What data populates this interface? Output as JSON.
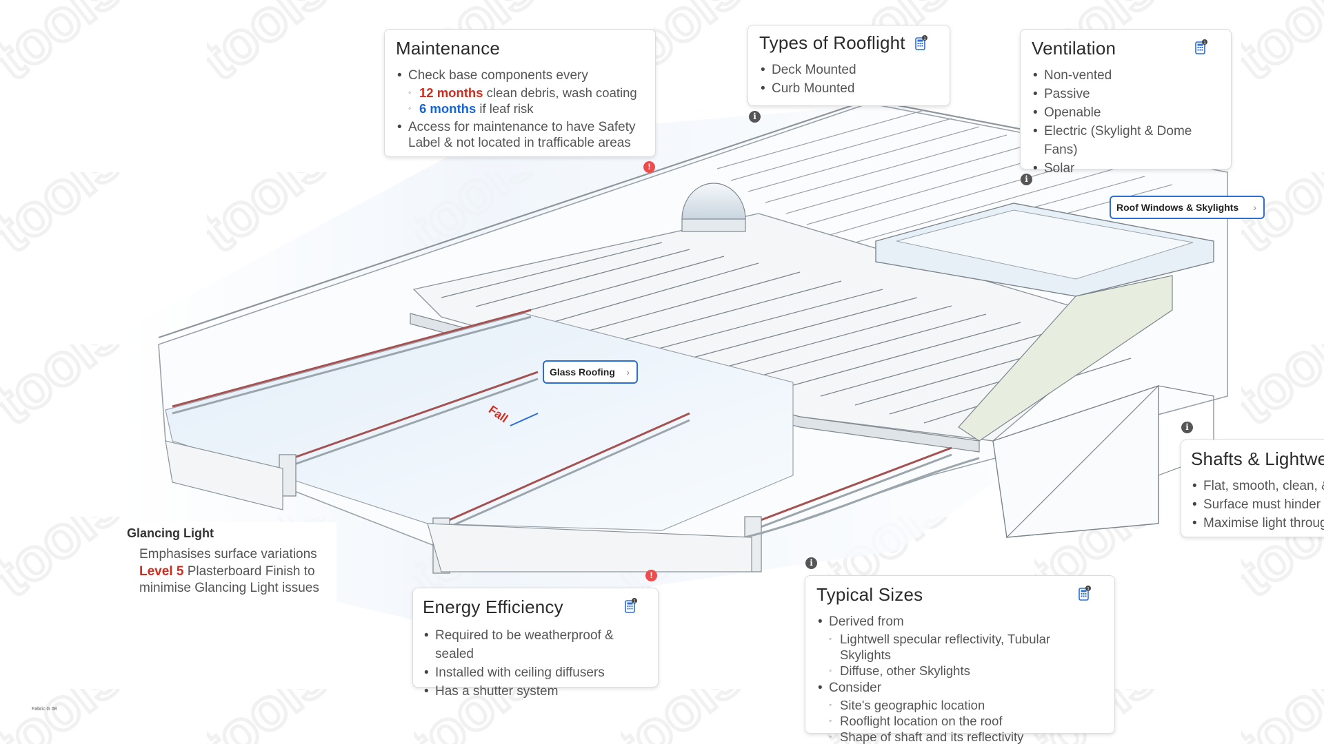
{
  "maintenance": {
    "title": "Maintenance",
    "item1": "Check base components every",
    "sub1_highlight": "12 months",
    "sub1_text": " clean debris, wash coating",
    "sub2_highlight": "6 months",
    "sub2_text": " if leaf risk",
    "item2": "Access for maintenance to have Safety Label & not located in trafficable areas"
  },
  "types": {
    "title": "Types of Rooflight",
    "items": [
      "Deck Mounted",
      "Curb Mounted"
    ]
  },
  "ventilation": {
    "title": "Ventilation",
    "items": [
      "Non-vented",
      "Passive",
      "Openable",
      "Electric (Skylight & Dome Fans)",
      "Solar"
    ]
  },
  "shafts": {
    "title": "Shafts & Lightwell",
    "items": [
      "Flat, smooth, clean, &",
      "Surface must hinder t",
      "Maximise light throug"
    ]
  },
  "glancing": {
    "title": "Glancing Light",
    "item1": "Emphasises surface variations",
    "item2_highlight": "Level 5",
    "item2_text": " Plasterboard Finish to minimise Glancing Light issues"
  },
  "energy": {
    "title": "Energy Efficiency",
    "items": [
      "Required to be weatherproof & sealed",
      "Installed with ceiling diffusers",
      "Has a shutter system"
    ]
  },
  "sizes": {
    "title": "Typical Sizes",
    "item1": "Derived from",
    "item1_subs": [
      "Lightwell specular reflectivity, Tubular Skylights",
      "Diffuse, other Skylights"
    ],
    "item2": "Consider",
    "item2_subs": [
      "Site's geographic location",
      "Rooflight location on the roof",
      "Shape of shaft and its reflectivity"
    ]
  },
  "tags": {
    "roof_windows": "Roof Windows & Skylights",
    "glass_roofing": "Glass Roofing"
  },
  "diagram": {
    "fall_label": "Fall",
    "footer_code": "Fabric G 08",
    "watermark": "tools",
    "calc_badge": "1",
    "info_glyph": "i",
    "alert_glyph": "!",
    "chevron": "›"
  },
  "colors": {
    "accent_red": "#d52b1e",
    "accent_blue": "#1565d8",
    "tag_border": "#2a6ed6",
    "alert": "#ee4c4c",
    "info": "#555555"
  }
}
